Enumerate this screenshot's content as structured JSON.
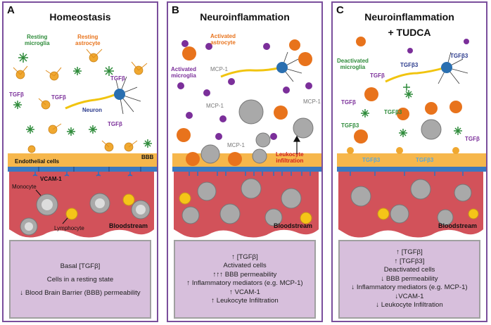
{
  "panels": [
    {
      "letter": "A",
      "title": "Homeostasis",
      "labels": {
        "resting_microglia": "Resting\nmicroglia",
        "resting_astrocyte": "Resting\nastrocyte",
        "tgfb": "TGFβ",
        "neuron": "Neuron",
        "endothelial": "Endothelial cells",
        "bbb": "BBB",
        "vcam": "VCAM-1",
        "monocyte": "Monocyte",
        "lymphocyte": "Lymphocyte",
        "bloodstream": "Bloodstream"
      },
      "summary": [
        "Basal [TGFβ]",
        "Cells in a resting state",
        "↓ Blood Brain Barrier (BBB) permeability"
      ]
    },
    {
      "letter": "B",
      "title": "Neuroinflammation",
      "labels": {
        "activated_astrocyte": "Activated\nastrocyte",
        "activated_microglia": "Activated\nmicroglia",
        "mcp1": "MCP-1",
        "leukocyte": "Leukocyte\ninfiltration",
        "bloodstream": "Bloodstream"
      },
      "summary": [
        "↑ [TGFβ]",
        "Activated cells",
        "↑↑↑ BBB permeability",
        "↑ Inflammatory mediators (e.g. MCP-1)",
        "↑ VCAM-1",
        "↑ Leukocyte Infiltration"
      ]
    },
    {
      "letter": "C",
      "title": "Neuroinflammation",
      "title2": "+ TUDCA",
      "labels": {
        "deactivated_microglia": "Deactivated\nmicroglia",
        "tgfb": "TGFβ",
        "tgfb3": "TGFβ3",
        "bloodstream": "Bloodstream"
      },
      "summary": [
        "↑ [TGFβ]",
        "↑ [TGFβ3]",
        "Deactivated cells",
        "↓ BBB permeability",
        "↓ Inflammatory mediators (e.g. MCP-1)",
        "↓VCAM-1",
        "↓ Leukocyte Infiltration"
      ]
    }
  ],
  "colors": {
    "panel_border": "#7a4e9c",
    "summary_bg": "#d7bfdc",
    "blood": "#d2525a",
    "endothelium": "#f6b74c",
    "microglia_resting": "#2e8b3a",
    "astrocyte": "#e8731c",
    "microglia_activated": "#7b2f9a",
    "neuron": "#2a6fb0"
  }
}
